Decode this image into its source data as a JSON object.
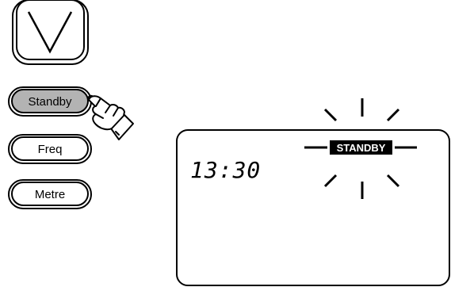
{
  "buttons": {
    "down_icon": "chevron-down-icon",
    "standby_label": "Standby",
    "freq_label": "Freq",
    "metre_label": "Metre"
  },
  "display": {
    "time": "13:30",
    "status": "STANDBY"
  },
  "colors": {
    "ink": "#000000",
    "pressed_fill": "#b3b3b3",
    "paper": "#ffffff"
  }
}
